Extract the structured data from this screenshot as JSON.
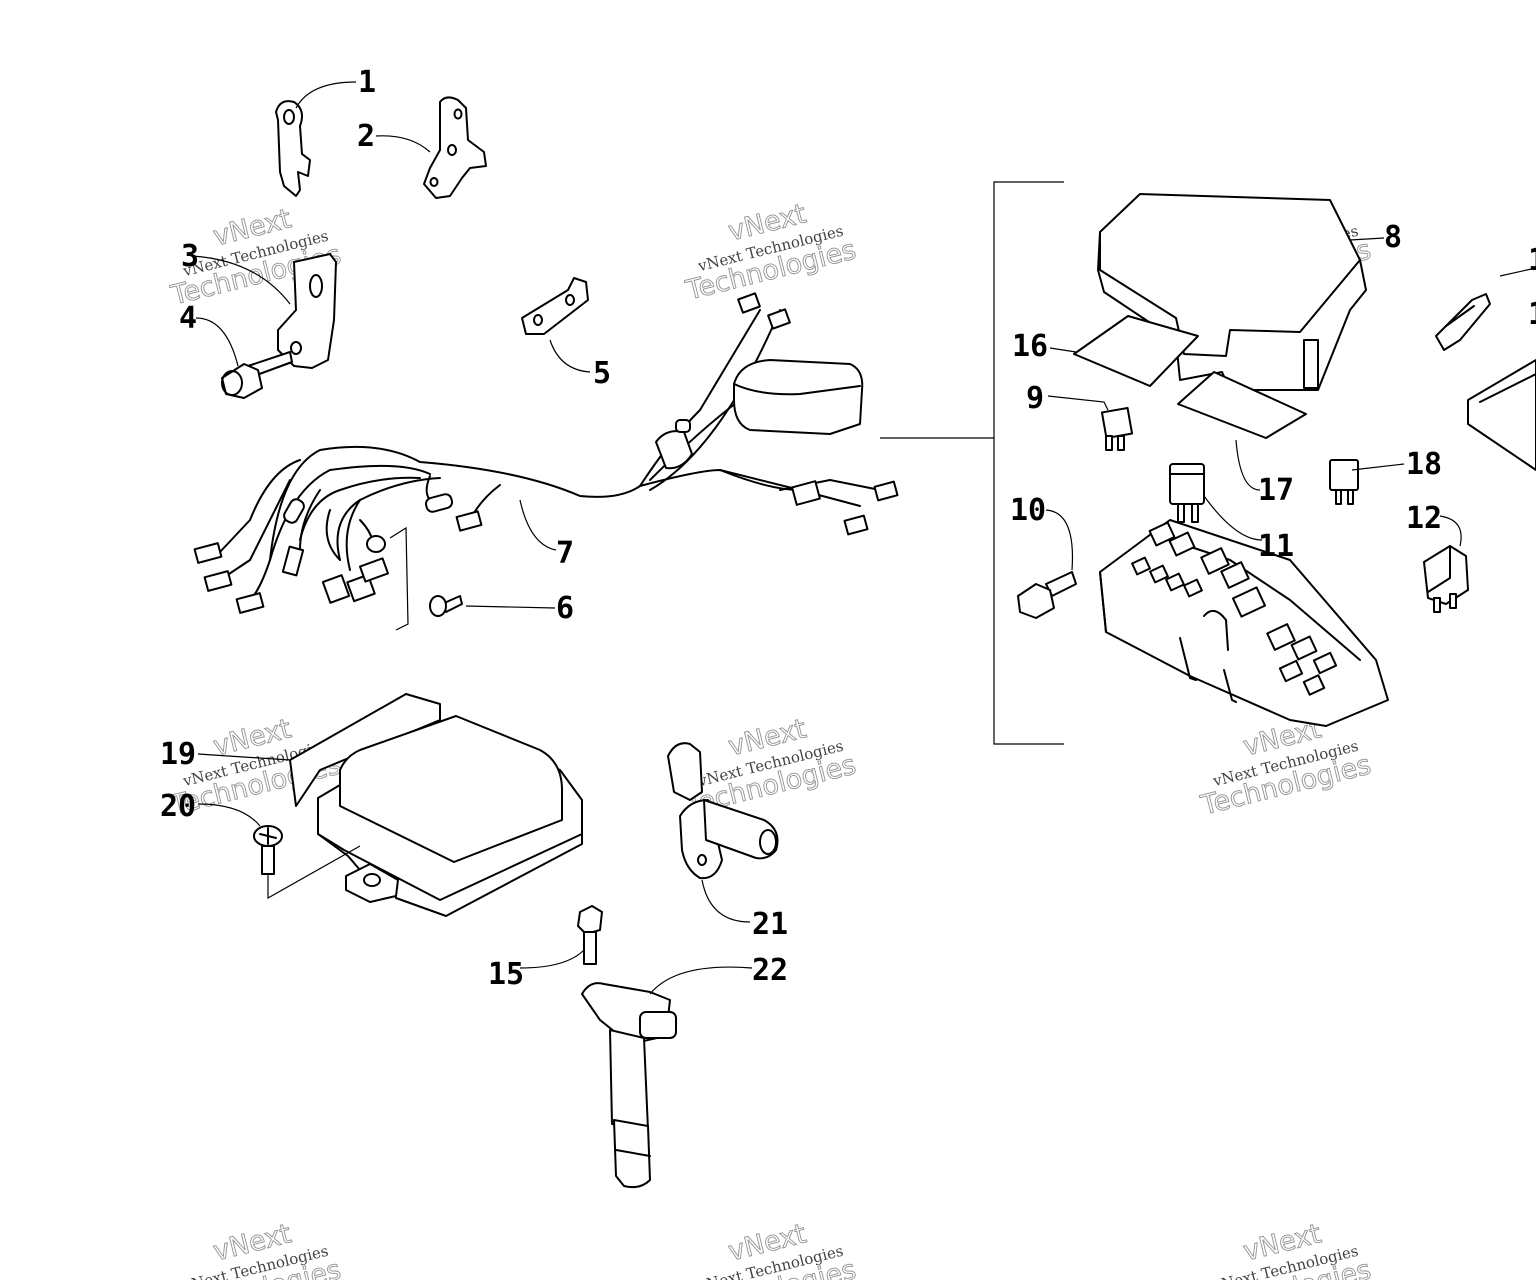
{
  "callouts": {
    "c1": "1",
    "c2": "2",
    "c3": "3",
    "c4": "4",
    "c5": "5",
    "c6": "6",
    "c7": "7",
    "c8": "8",
    "c9": "9",
    "c10": "10",
    "c11": "11",
    "c12": "12",
    "c15": "15",
    "c16": "16",
    "c17": "17",
    "c18": "18",
    "c19": "19",
    "c20": "20",
    "c21": "21",
    "c22": "22",
    "c13_partial": "1",
    "c14_partial": "1"
  },
  "watermark": {
    "line1": "vNext",
    "line2": "vNext Technologies",
    "line3": "Technologies"
  }
}
